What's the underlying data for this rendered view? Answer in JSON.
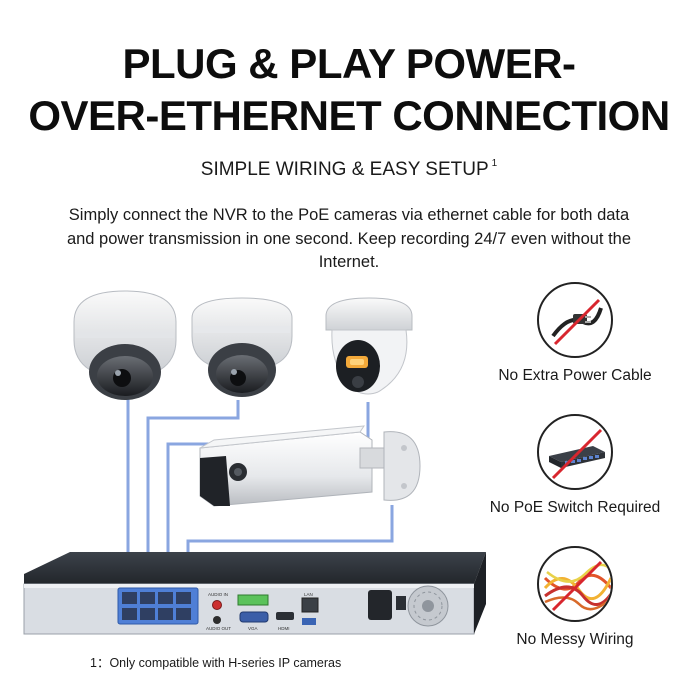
{
  "headline": {
    "line1": "PLUG & PLAY POWER-",
    "line2": "OVER-ETHERNET CONNECTION"
  },
  "subtitle": {
    "text": "SIMPLE WIRING & EASY SETUP",
    "note_mark": "1"
  },
  "description": "Simply connect the NVR to the PoE cameras via ethernet cable for both data and power transmission in one second. Keep recording 24/7 even without the Internet.",
  "features": [
    {
      "label": "No Extra Power Cable",
      "icon": "power-cable-crossed-icon"
    },
    {
      "label": "No PoE Switch Required",
      "icon": "poe-switch-crossed-icon"
    },
    {
      "label": "No Messy Wiring",
      "icon": "messy-wires-crossed-icon"
    }
  ],
  "footnote": "1：Only compatible with H-series IP cameras",
  "nvr_panel_labels": {
    "audio_in": "AUDIO IN",
    "audio_out": "AUDIO OUT",
    "vga": "VGA",
    "hdmi": "HDMI",
    "lan": "LAN"
  },
  "colors": {
    "cable": "#8aa6e0",
    "nvr_body": "#2b3036",
    "nvr_back_panel": "#d9dde3",
    "poe_ports": "#4f7fd6",
    "crossed_line": "#d8262e"
  }
}
